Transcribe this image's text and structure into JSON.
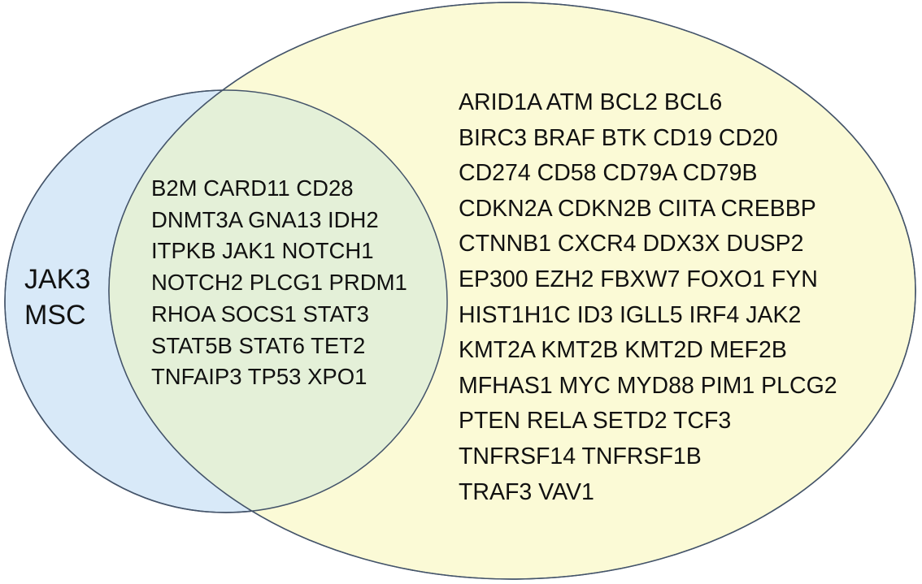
{
  "colors": {
    "left_set_fill": "#d8e9f8",
    "right_set_fill": "#fbfad6",
    "overlap_fill": "#e4f0d8",
    "outline": "#44546a",
    "text": "#111111"
  },
  "sets": {
    "left_only": {
      "genes": [
        "JAK3",
        "MSC"
      ]
    },
    "overlap": {
      "lines": [
        "B2M CARD11 CD28",
        "DNMT3A GNA13 IDH2",
        "ITPKB JAK1 NOTCH1",
        "NOTCH2 PLCG1 PRDM1",
        "RHOA SOCS1 STAT3",
        "STAT5B STAT6 TET2",
        "TNFAIP3 TP53 XPO1"
      ]
    },
    "right_only": {
      "lines": [
        "ARID1A ATM BCL2 BCL6",
        "BIRC3 BRAF BTK CD19 CD20",
        "CD274 CD58 CD79A CD79B",
        "CDKN2A CDKN2B CIITA CREBBP",
        "CTNNB1 CXCR4 DDX3X DUSP2",
        "EP300 EZH2 FBXW7 FOXO1 FYN",
        "HIST1H1C ID3 IGLL5 IRF4 JAK2",
        "KMT2A KMT2B KMT2D MEF2B",
        "MFHAS1 MYC MYD88 PIM1 PLCG2",
        "PTEN RELA SETD2 TCF3",
        "TNFRSF14 TNFRSF1B",
        "TRAF3 VAV1"
      ]
    }
  }
}
